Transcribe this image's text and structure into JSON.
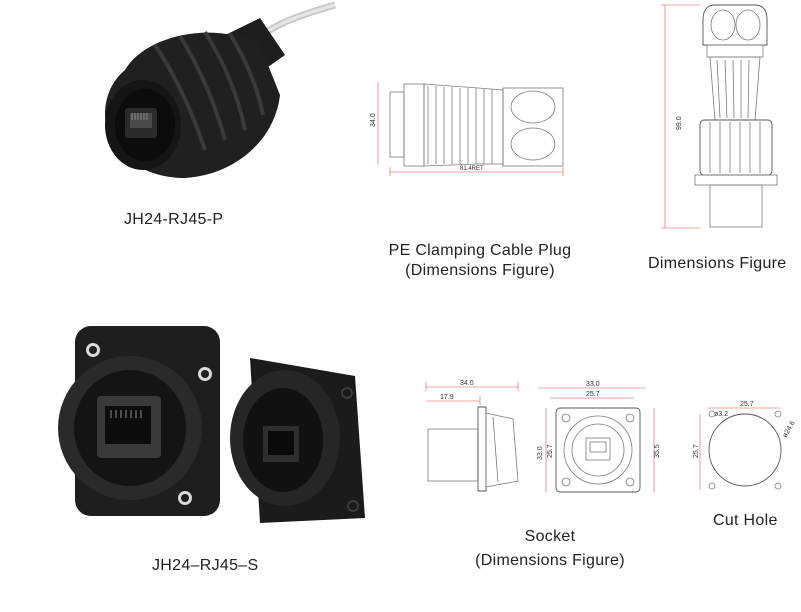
{
  "top_row": {
    "product_name": "JH24-RJ45-P",
    "plug_caption_line1": "PE Clamping Cable Plug",
    "plug_caption_line2": "(Dimensions Figure)",
    "side_caption": "Dimensions Figure",
    "plug_dims": {
      "height": "34.0",
      "length": "81.4RET"
    },
    "side_dims": {
      "height": "99.0"
    }
  },
  "bottom_row": {
    "product_name": "JH24–RJ45–S",
    "socket_caption_line1": "Socket",
    "socket_caption_line2": "(Dimensions Figure)",
    "cut_hole_caption": "Cut Hole",
    "socket_side_dims": {
      "depth": "34.0",
      "flange": "17.9"
    },
    "socket_front_dims": {
      "width_outer": "33.0",
      "width_inner": "25.7",
      "height_outer": "33.0",
      "height_inner": "25.7",
      "height_total": "35.5"
    },
    "cut_hole_dims": {
      "spacing_h": "25.7",
      "spacing_v": "25.7",
      "hole": "ø3.2",
      "diameter": "ø24.6"
    }
  },
  "colors": {
    "dimension_line": "#d9534f",
    "product_body": "#1c1c1c"
  }
}
